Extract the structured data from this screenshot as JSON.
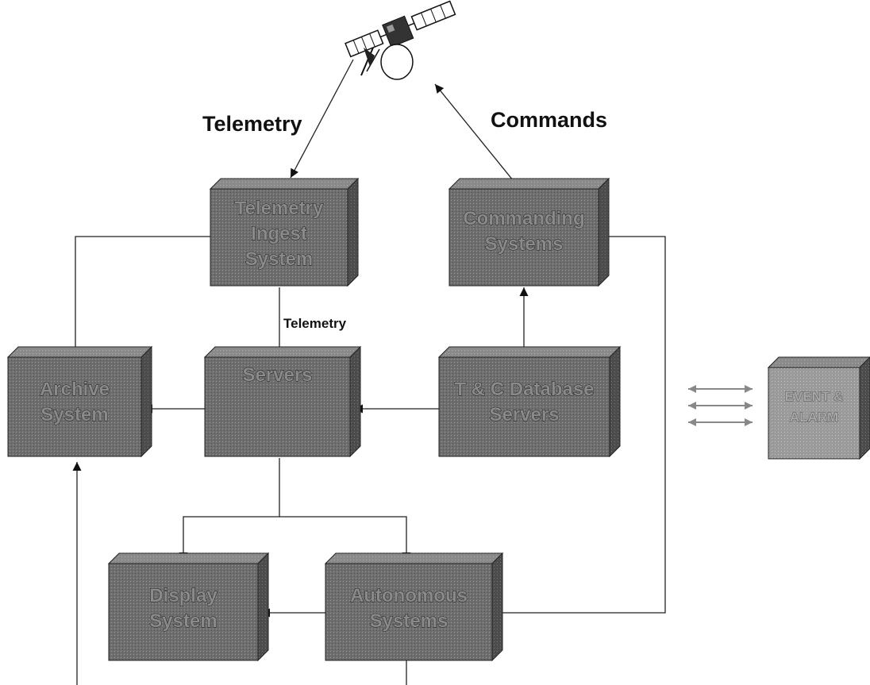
{
  "labels": {
    "telemetry_top": "Telemetry",
    "commands_top": "Commands",
    "telemetry_small": "Telemetry"
  },
  "boxes": {
    "telemetry_ingest": [
      "Telemetry",
      "Ingest",
      "System"
    ],
    "commanding": [
      "Commanding",
      "Systems"
    ],
    "archive": [
      "Archive",
      "System"
    ],
    "servers": [
      "Servers"
    ],
    "tc_database": [
      "T & C Database",
      "Servers"
    ],
    "display": [
      "Display",
      "System"
    ],
    "autonomous": [
      "Autonomous",
      "Systems"
    ],
    "event_alarm": [
      "EVENT &",
      "ALARM"
    ]
  },
  "icons": {
    "satellite": "satellite-icon"
  },
  "colors": {
    "box_face": "#6e6e6e",
    "box_top": "#8f8f8f",
    "box_side": "#4a4a4a",
    "line": "#222222"
  }
}
